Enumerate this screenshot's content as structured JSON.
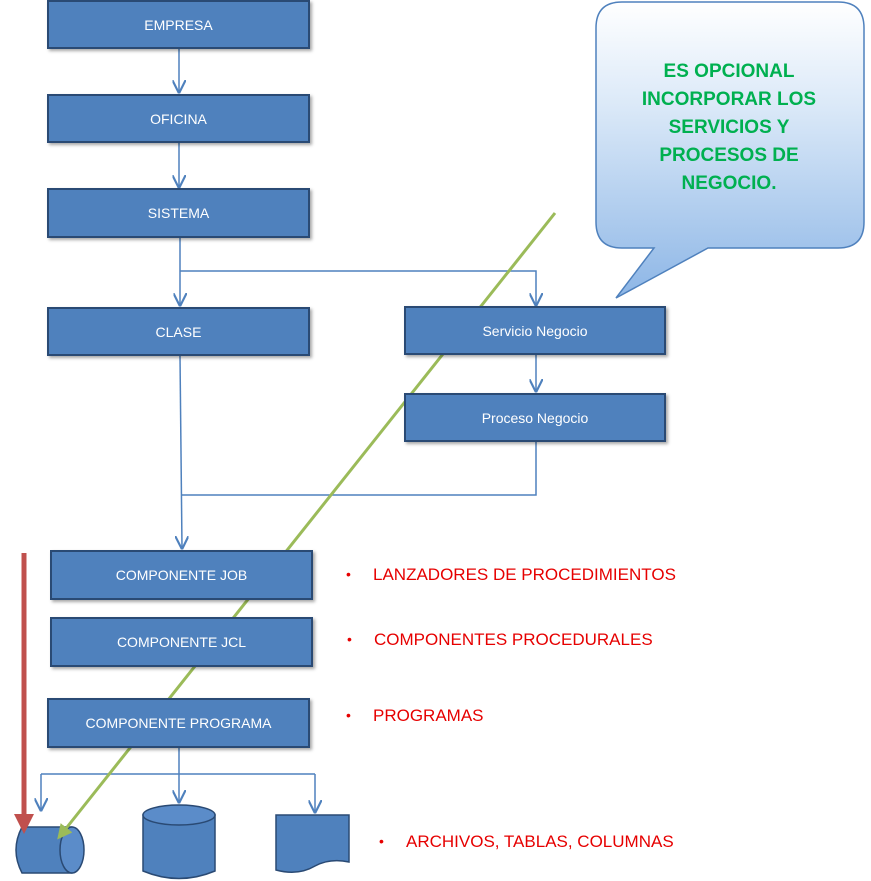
{
  "boxes": {
    "empresa": "EMPRESA",
    "oficina": "OFICINA",
    "sistema": "SISTEMA",
    "clase": "CLASE",
    "servicio_negocio": "Servicio Negocio",
    "proceso_negocio": "Proceso Negocio",
    "componente_job": "COMPONENTE JOB",
    "componente_jcl": "COMPONENTE JCL",
    "componente_programa": "COMPONENTE PROGRAMA"
  },
  "notes": {
    "job": "LANZADORES DE PROCEDIMIENTOS",
    "jcl": "COMPONENTES PROCEDURALES",
    "programa": "PROGRAMAS",
    "archivos": "ARCHIVOS, TABLAS, COLUMNAS"
  },
  "callout": {
    "text": "ES OPCIONAL INCORPORAR LOS SERVICIOS Y PROCESOS DE NEGOCIO."
  },
  "colors": {
    "box_fill": "#4f81bd",
    "box_border": "#2a4a74",
    "connector": "#4f81bd",
    "note_text": "#e60000",
    "callout_text": "#00b050",
    "green_arrow": "#9bbb59",
    "red_arrow": "#c0504d"
  }
}
